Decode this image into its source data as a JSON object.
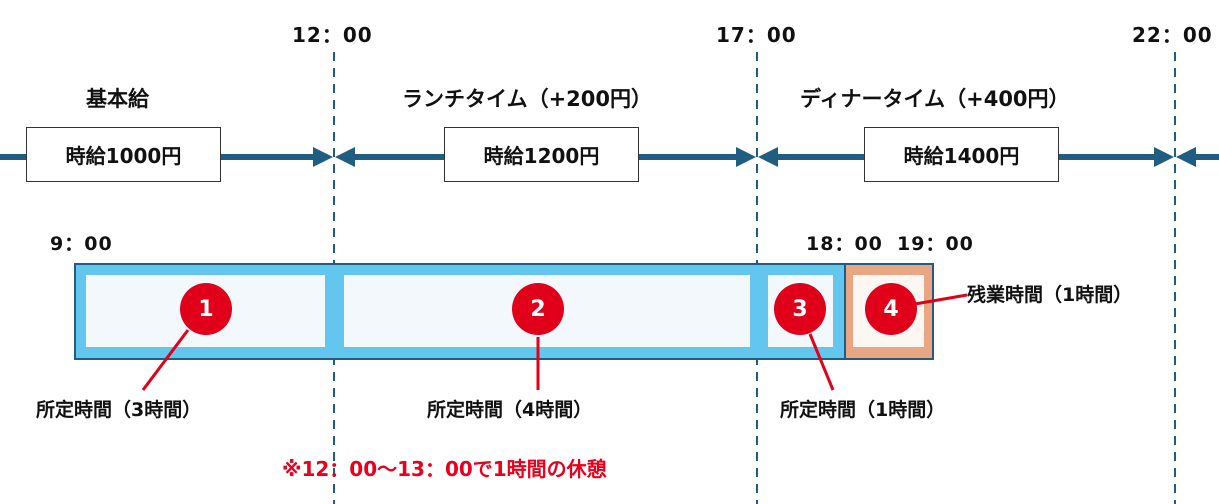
{
  "times": {
    "t1200": "12：00",
    "t1700": "17：00",
    "t2200": "22：00",
    "t0900": "9：00",
    "t1800": "18：00",
    "t1900": "19：00"
  },
  "categories": {
    "basic": "基本給",
    "lunch": "ランチタイム（+200円）",
    "dinner": "ディナータイム（+400円）"
  },
  "rates": {
    "basic": "時給1000円",
    "lunch": "時給1200円",
    "dinner": "時給1400円"
  },
  "segments": [
    {
      "number": "1",
      "label": "所定時間（3時間）"
    },
    {
      "number": "2",
      "label": "所定時間（4時間）"
    },
    {
      "number": "3",
      "label": "所定時間（1時間）"
    },
    {
      "number": "4",
      "label": "残業時間（1時間）"
    }
  ],
  "note": "※12：00～13：00で1時間の休憩",
  "colors": {
    "line": "#1f5d82",
    "bar": "#62c6ee",
    "inner": "#f3f8fc",
    "overtime": "#eaa583",
    "circle": "#e0001a",
    "note": "#e8001c"
  }
}
